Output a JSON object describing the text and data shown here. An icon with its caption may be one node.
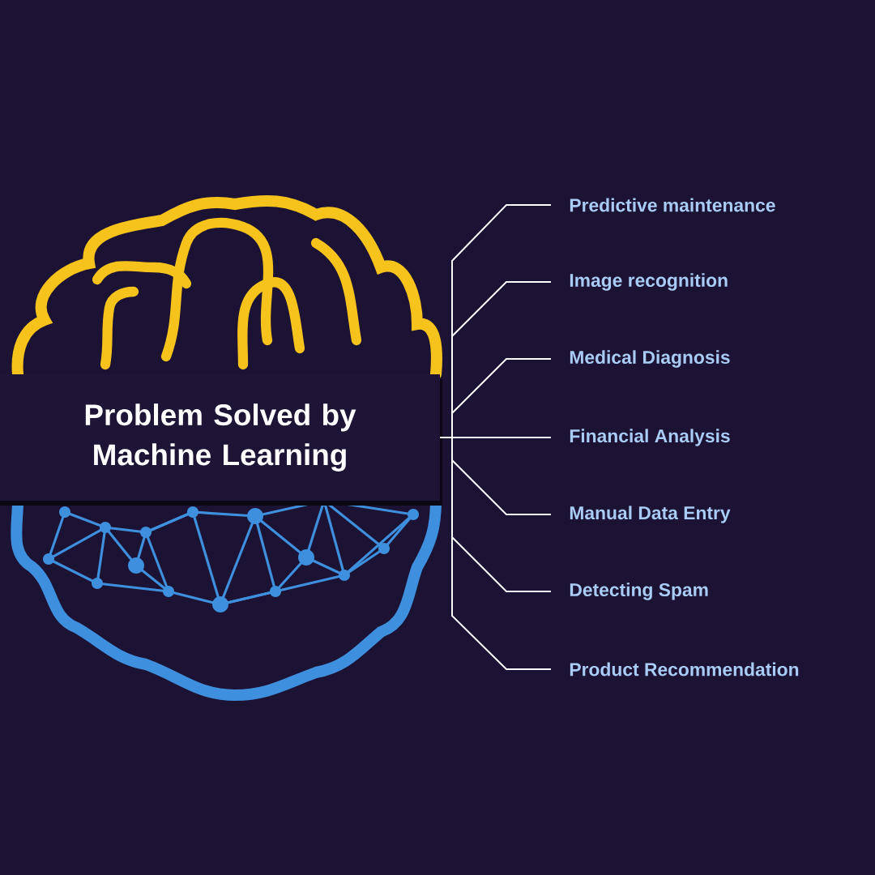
{
  "diagram": {
    "nodes": [
      {
        "text": [
          "Problem Solved by Machine Learning"
        ]
      },
      {
        "text": [
          "Predictive maintenance"
        ]
      },
      {
        "text": [
          "Image recognition"
        ]
      },
      {
        "text": [
          "Medical Diagnosis"
        ]
      },
      {
        "text": [
          "Financial Analysis"
        ]
      },
      {
        "text": [
          "Manual Data Entry"
        ]
      },
      {
        "text": [
          "Detecting Spam"
        ]
      },
      {
        "text": [
          "Product Recommendation"
        ]
      }
    ],
    "edges": [
      {
        "from": 0,
        "to": 1,
        "arrow": "none"
      },
      {
        "from": 0,
        "to": 2,
        "arrow": "none"
      },
      {
        "from": 0,
        "to": 3,
        "arrow": "none"
      },
      {
        "from": 0,
        "to": 4,
        "arrow": "none"
      },
      {
        "from": 0,
        "to": 5,
        "arrow": "none"
      },
      {
        "from": 0,
        "to": 6,
        "arrow": "none"
      },
      {
        "from": 0,
        "to": 7,
        "arrow": "none"
      }
    ]
  }
}
